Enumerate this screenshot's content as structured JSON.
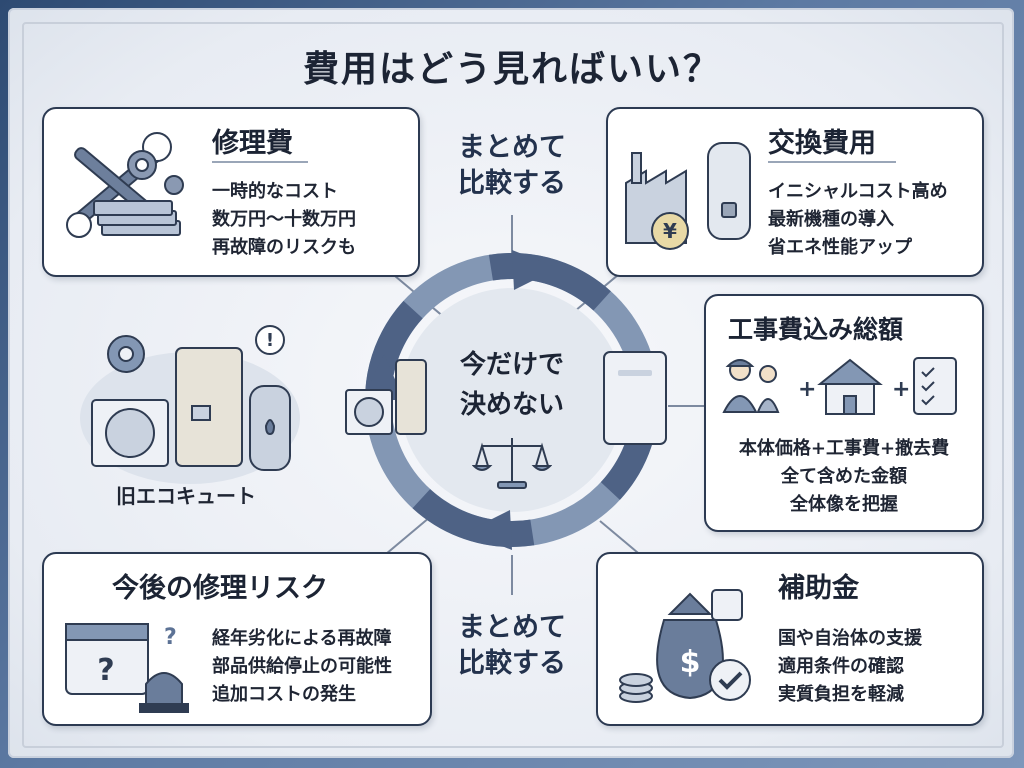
{
  "title": "費用はどう見ればいい？",
  "top_label": {
    "line1": "まとめて",
    "line2": "比較する"
  },
  "bottom_label": {
    "line1": "まとめて",
    "line2": "比較する"
  },
  "center": {
    "line1": "今だけで",
    "line2": "決めない"
  },
  "old_unit_label": "旧エコキュート",
  "cards": {
    "repair": {
      "title": "修理費",
      "lines": [
        "一時的なコスト",
        "数万円〜十数万円",
        "再故障のリスクも"
      ]
    },
    "replace": {
      "title": "交換費用",
      "lines": [
        "イニシャルコスト高め",
        "最新機種の導入",
        "省エネ性能アップ"
      ]
    },
    "total": {
      "title": "工事費込み総額",
      "lines": [
        "本体価格+工事費+撤去費",
        "全て含めた金額",
        "全体像を把握"
      ]
    },
    "risk": {
      "title": "今後の修理リスク",
      "lines": [
        "経年劣化による再故障",
        "部品供給停止の可能性",
        "追加コストの発生"
      ]
    },
    "subsidy": {
      "title": "補助金",
      "lines": [
        "国や自治体の支援",
        "適用条件の確認",
        "実質負担を軽減"
      ]
    }
  },
  "icons": {
    "repair": "wrench-gear-money-icon",
    "replace": "factory-water-heater-yen-icon",
    "total": "workers-house-checklist-icon",
    "risk": "calendar-siren-icon",
    "subsidy": "money-bag-coins-check-icon",
    "center": "scale-icon",
    "cycle": "cycle-arrows-icon",
    "old_unit": "old-ecocute-unit-icon"
  },
  "colors": {
    "accent": "#5c7295",
    "text": "#1c2434",
    "card_border": "#2c3a52"
  }
}
